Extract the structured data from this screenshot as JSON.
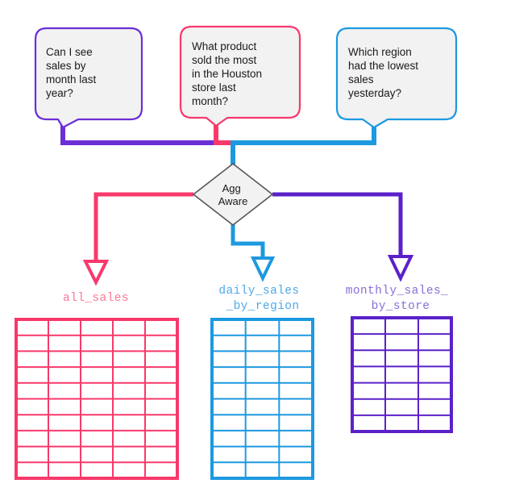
{
  "diagram": {
    "title": "Agg Aware routing diagram",
    "colors": {
      "purple": "#6b2fd6",
      "pink": "#f8396b",
      "blue": "#1d99e0",
      "deep_purple": "#5b21c9",
      "bubble_fill": "#f2f2f2",
      "node_fill": "#f2f2f2",
      "node_stroke": "#555555",
      "text": "#1a1a1a",
      "label_pink": "#fa7796",
      "label_blue": "#4fa8e8",
      "label_purple": "#8a6fd6"
    },
    "questions": [
      {
        "id": "question-month-sales",
        "color": "#6b2fd6",
        "lines": [
          "Can I see",
          "sales by",
          "month last",
          "year?"
        ],
        "text": "Can I see sales by month last year?"
      },
      {
        "id": "question-houston-product",
        "color": "#f8396b",
        "lines": [
          "What product",
          "sold the most",
          "in the Houston",
          "store last",
          "month?"
        ],
        "text": "What product sold the most in the Houston store last month?"
      },
      {
        "id": "question-lowest-region",
        "color": "#1d99e0",
        "lines": [
          "Which region",
          "had the lowest",
          "sales",
          "yesterday?"
        ],
        "text": "Which region had the lowest sales yesterday?"
      }
    ],
    "decision_node": {
      "id": "agg-aware-node",
      "lines": [
        "Agg",
        "Aware"
      ],
      "text": "Agg Aware"
    },
    "tables": [
      {
        "id": "table-all-sales",
        "color": "#f8396b",
        "label_color": "#fa7796",
        "lines": [
          "all_sales"
        ],
        "name": "all_sales",
        "columns": 5,
        "rows": 10
      },
      {
        "id": "table-daily-sales-by-region",
        "color": "#1d99e0",
        "label_color": "#4fa8e8",
        "lines": [
          "daily_sales",
          "_by_region"
        ],
        "name": "daily_sales_by_region",
        "columns": 3,
        "rows": 10
      },
      {
        "id": "table-monthly-sales-by-store",
        "color": "#5b21c9",
        "label_color": "#8a6fd6",
        "lines": [
          "monthly_sales_",
          "by_store"
        ],
        "name": "monthly_sales_by_store",
        "columns": 3,
        "rows": 7
      }
    ]
  }
}
